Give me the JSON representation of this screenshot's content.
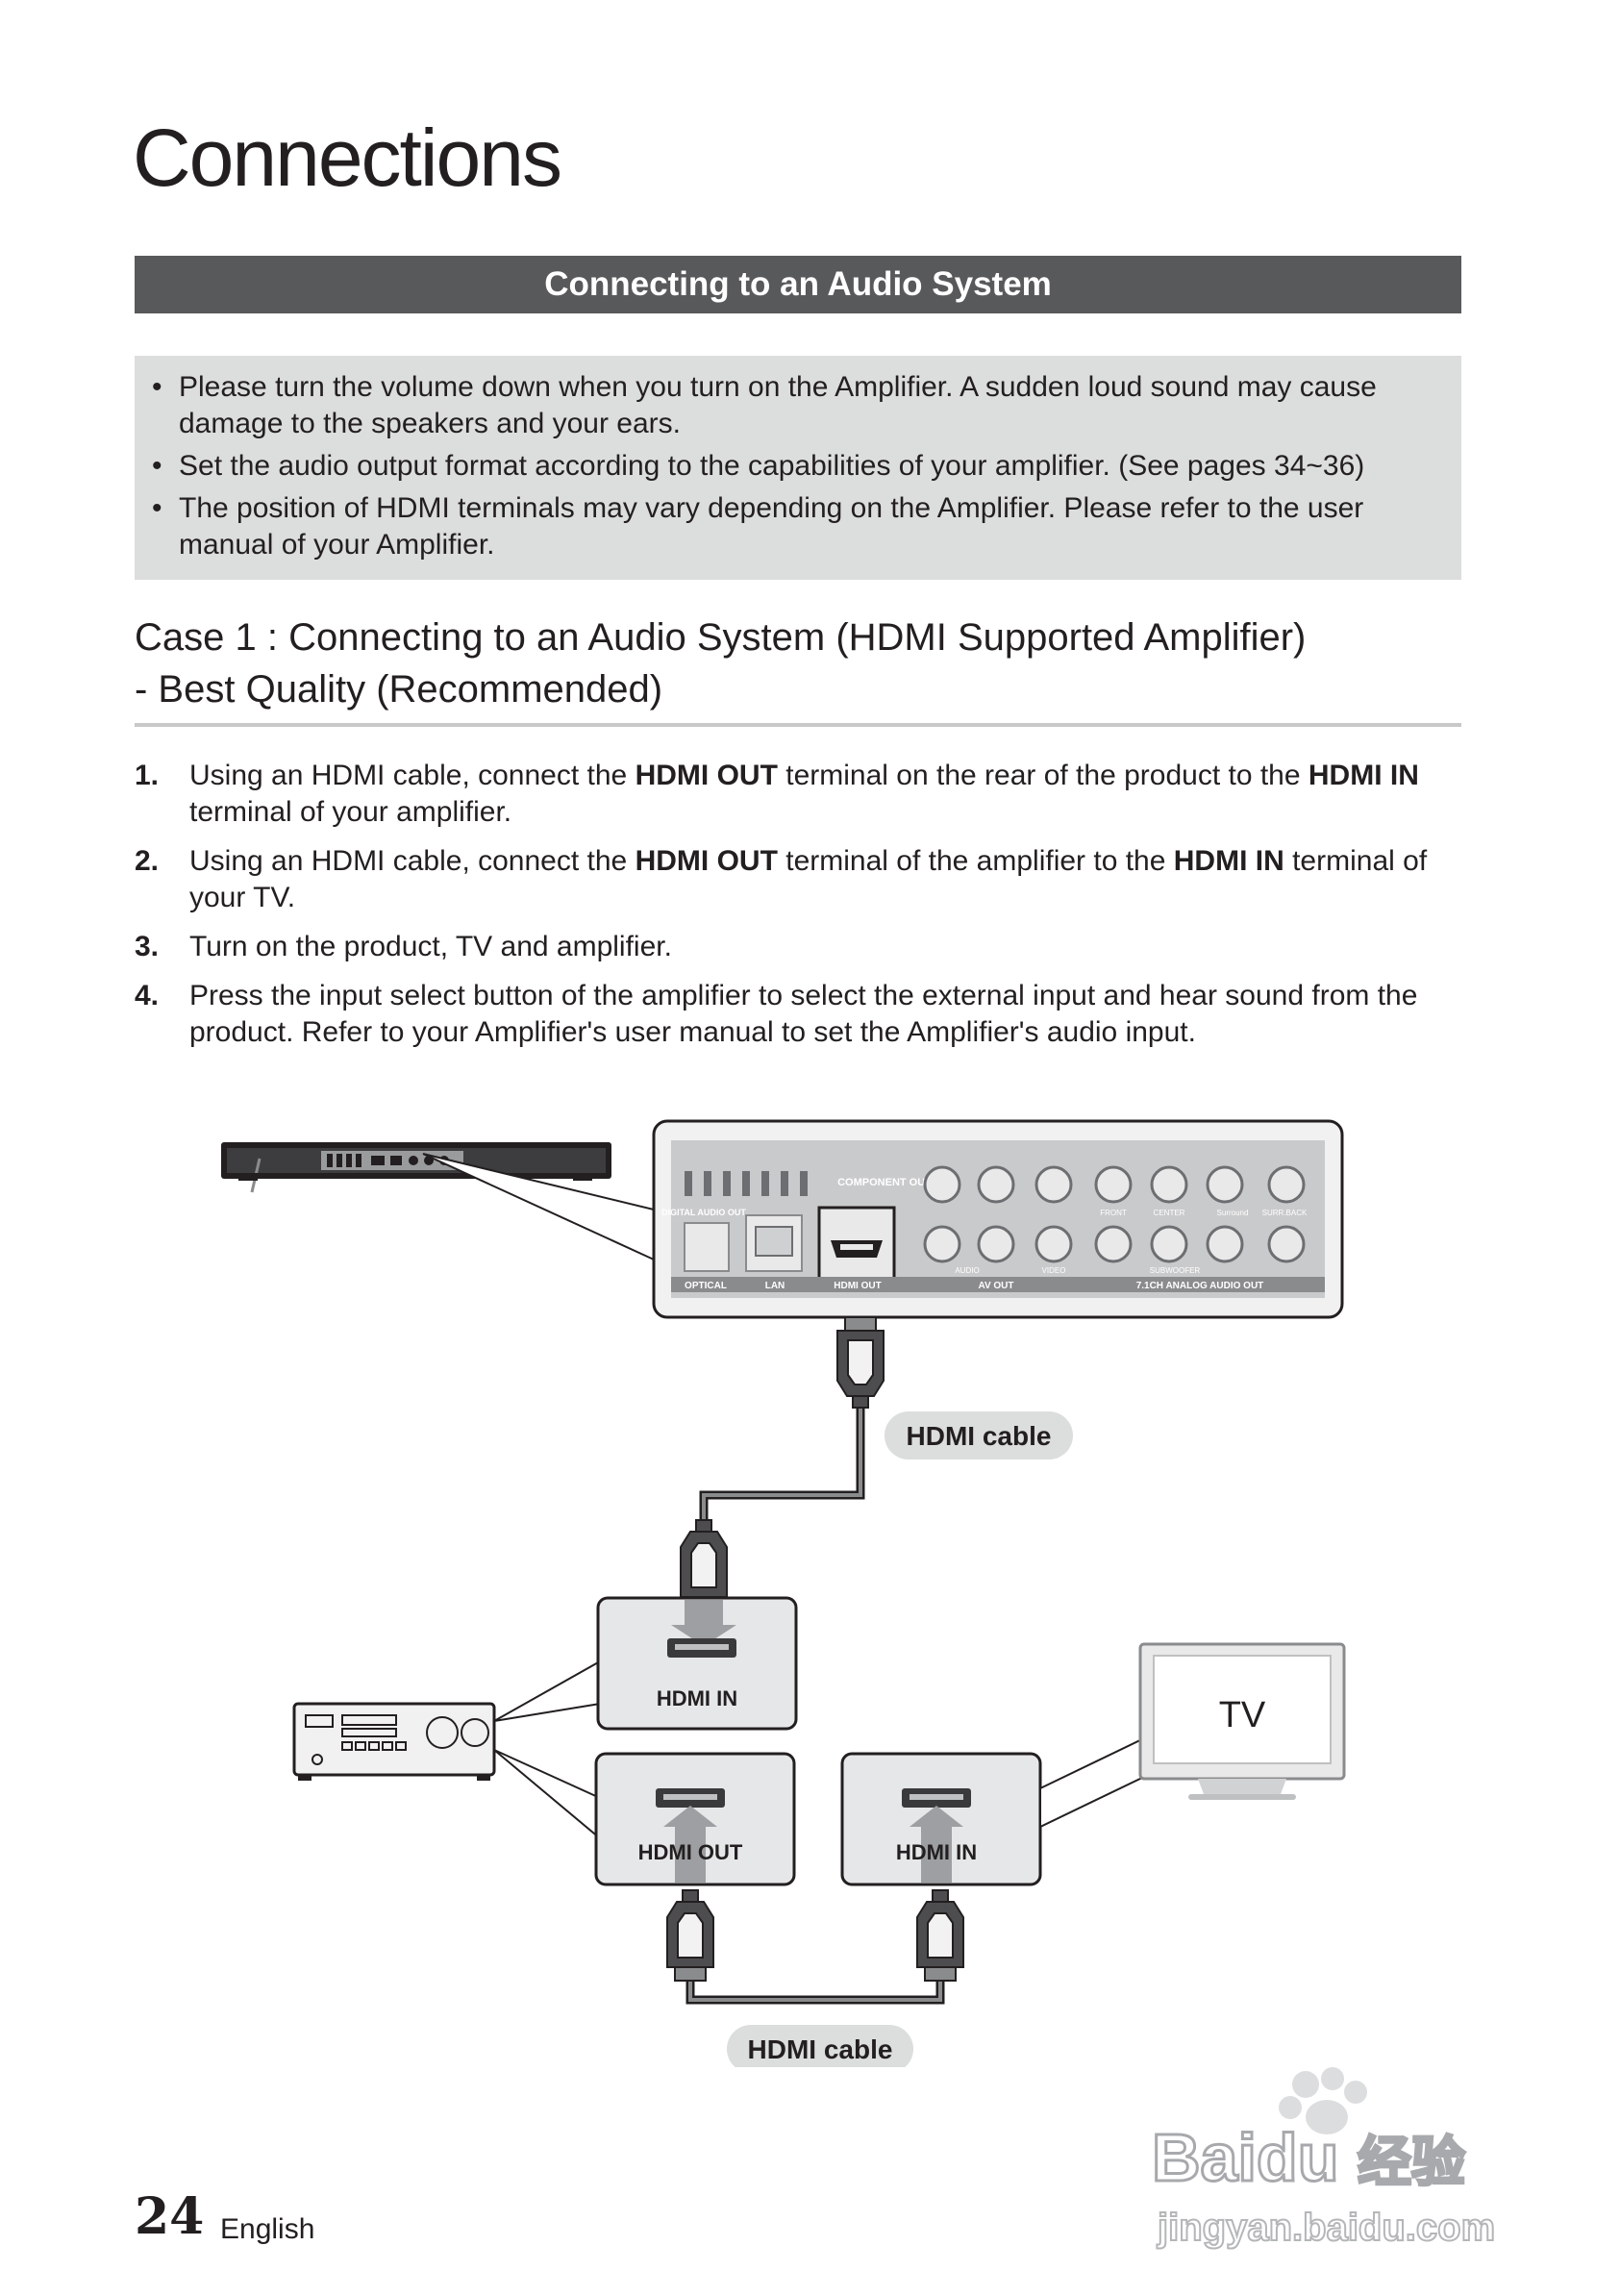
{
  "page": {
    "title": "Connections",
    "number": "24",
    "language": "English"
  },
  "section": {
    "title": "Connecting to an Audio System"
  },
  "notes": [
    "Please turn the volume down when you turn on the Amplifier. A sudden loud sound may cause damage to the speakers and your ears.",
    "Set the audio output format according to the capabilities of your amplifier. (See pages 34~36)",
    "The position of HDMI terminals may vary depending on the Amplifier. Please refer to the user manual of your Amplifier."
  ],
  "case": {
    "title_line1": "Case 1 : Connecting to an Audio System (HDMI Supported Amplifier)",
    "title_line2": "- Best Quality (Recommended)"
  },
  "steps": [
    {
      "num": "1.",
      "t1": "Using an HDMI cable, connect the ",
      "b1": "HDMI OUT",
      "t2": " terminal on the rear of the product to the ",
      "b2": "HDMI IN",
      "t3": " terminal of your amplifier."
    },
    {
      "num": "2.",
      "t1": "Using an HDMI cable, connect the ",
      "b1": "HDMI OUT",
      "t2": " terminal of the amplifier to the ",
      "b2": "HDMI IN",
      "t3": " terminal of your TV."
    },
    {
      "num": "3.",
      "t1": "Turn on the product, TV and amplifier."
    },
    {
      "num": "4.",
      "t1": "Press the input select button of the amplifier to select the external input and hear sound from the product. Refer to your Amplifier's user manual to set the Amplifier's audio input."
    }
  ],
  "diagram": {
    "panel": {
      "component_out": "COMPONENT OUT",
      "digital_audio_out": "DIGITAL AUDIO OUT",
      "optical": "OPTICAL",
      "lan": "LAN",
      "hdmi_out": "HDMI OUT",
      "audio": "AUDIO",
      "video": "VIDEO",
      "av_out": "AV OUT",
      "front": "FRONT",
      "center": "CENTER",
      "surround": "Surround",
      "surr_back": "SURR.BACK",
      "subwoofer": "SUBWOOFER",
      "analog_out": "7.1CH ANALOG AUDIO OUT"
    },
    "cable_label_1": "HDMI cable",
    "cable_label_2": "HDMI cable",
    "amp_hdmi_in": "HDMI IN",
    "amp_hdmi_out": "HDMI OUT",
    "tv_hdmi_in": "HDMI IN",
    "tv_label": "TV"
  },
  "watermark": {
    "brand": "Baidu",
    "cn": "经验",
    "url": "jingyan.baidu.com"
  }
}
